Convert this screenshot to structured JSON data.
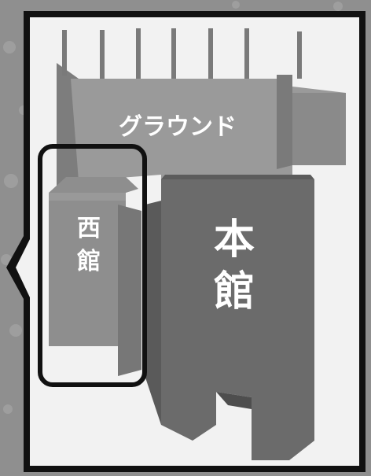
{
  "map": {
    "labels": {
      "ground": "グラウンド",
      "west_building_line1": "西",
      "west_building_line2": "館",
      "main_building_line1": "本",
      "main_building_line2": "館"
    },
    "colors": {
      "frame_border": "#111111",
      "map_background": "#f2f2f2",
      "outer_background": "#8f8f8f",
      "ground_surface": "#9a9a9a",
      "main_building": "#6b6b6b",
      "west_building": "#8e8e8e",
      "label_text": "#ffffff",
      "highlight_outline": "#111111"
    }
  }
}
